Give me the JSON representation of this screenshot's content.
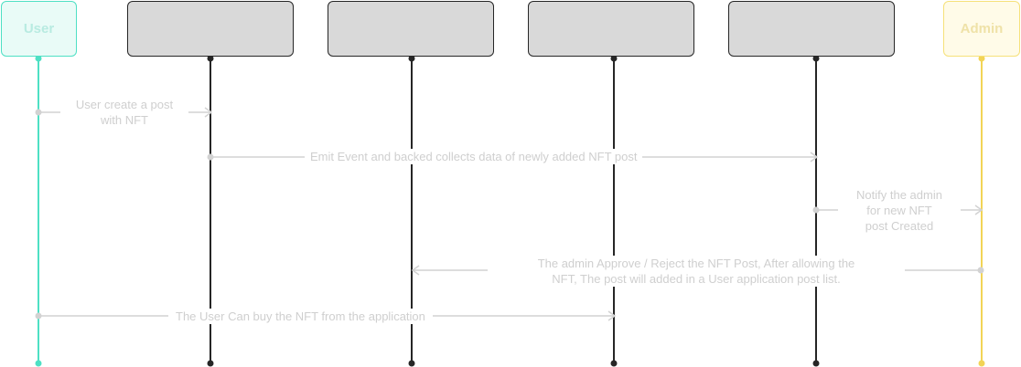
{
  "actors": {
    "user": {
      "label": "User",
      "color": "#4ee0c4"
    },
    "box1": {
      "label": ""
    },
    "box2": {
      "label": ""
    },
    "box3": {
      "label": ""
    },
    "box4": {
      "label": ""
    },
    "admin": {
      "label": "Admin",
      "color": "#f2d456"
    }
  },
  "messages": {
    "m1": {
      "line1": "User create a post",
      "line2": "with NFT"
    },
    "m2": {
      "text": "Emit Event and backed collects data of newly added NFT post"
    },
    "m3": {
      "line1": "Notify the admin",
      "line2": "for new NFT",
      "line3": "post Created"
    },
    "m4": {
      "line1": "The admin Approve / Reject the NFT Post, After allowing the",
      "line2": "NFT, The post will added in a User application post list."
    },
    "m5": {
      "text": "The User Can buy the NFT from the application"
    }
  },
  "colors": {
    "lifeline_dark": "#262626",
    "arrow": "#d2d2d2",
    "label": "#cfcfcf"
  }
}
